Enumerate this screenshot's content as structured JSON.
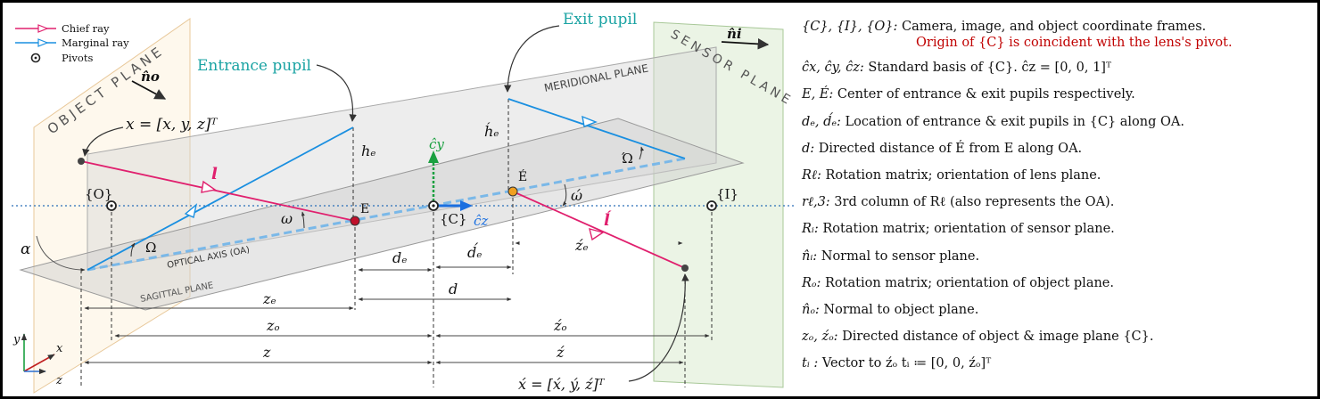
{
  "legend": {
    "chief_ray": "Chief ray",
    "marginal_ray": "Marginal ray",
    "pivots": "Pivots"
  },
  "planes": {
    "object_plane": "OBJECT PLANE",
    "sensor_plane": "SENSOR PLANE",
    "meridional_plane": "MERIDIONAL PLANE",
    "sagittal_plane": "SAGITTAL PLANE",
    "optical_axis": "OPTICAL AXIS (OA)"
  },
  "labels": {
    "entrance_pupil": "Entrance pupil",
    "exit_pupil": "Exit pupil",
    "x_vec": "x = [x, y, z]ᵀ",
    "x_img_vec": "x́ = [x́, ý, ź]ᵀ",
    "frame_O": "{O}",
    "frame_C": "{C}",
    "frame_I": "{I}",
    "E": "E",
    "E_exit": "É",
    "h_e": "hₑ",
    "h_e_exit": "h́ₑ",
    "c_y": "ĉy",
    "c_z": "ĉz",
    "n_o": "n̂o",
    "n_i": "n̂i",
    "l": "l",
    "l_exit": "ĺ",
    "omega": "ω",
    "omega_exit": "ώ",
    "Omega": "Ω",
    "Omega_exit": "Ώ",
    "alpha": "α",
    "d_e": "dₑ",
    "d_e_exit": "d́ₑ",
    "d": "d",
    "z_e": "zₑ",
    "z_e_exit": "źₑ",
    "z_o": "zₒ",
    "z_o_exit": "źₒ",
    "z": "z",
    "z_exit": "ź",
    "axis_y": "y",
    "axis_x": "x",
    "axis_z": "z"
  },
  "colors": {
    "chief": "#e0206e",
    "marginal": "#1a8fe0",
    "optical_axis": "#2a7fd0",
    "c_y": "#1aa040",
    "c_z": "#1a6fe0",
    "red_note": "#c00000",
    "teal_label": "#1aa3a3",
    "pupil_E": "#c0102a",
    "pupil_E_exit": "#f0a020"
  },
  "definitions": [
    {
      "term": "{C}, {I}, {O}:",
      "desc": " Camera, image, and object coordinate frames."
    },
    {
      "term": "",
      "desc": "Origin of {C} is coincident with the lens's pivot.",
      "note": true
    },
    {
      "term": "ĉx, ĉy, ĉz:",
      "desc": " Standard basis of {C}. ĉz = [0, 0, 1]ᵀ"
    },
    {
      "term": "E, É:",
      "desc": " Center of entrance & exit pupils respectively."
    },
    {
      "term": "dₑ, d́ₑ:",
      "desc": " Location of entrance & exit pupils in {C} along OA."
    },
    {
      "term": "d:",
      "desc": " Directed distance of É from E along OA."
    },
    {
      "term": "Rℓ:",
      "desc": " Rotation matrix; orientation of lens plane."
    },
    {
      "term": "rℓ,3:",
      "desc": " 3rd column of Rℓ (also represents the OA)."
    },
    {
      "term": "Rᵢ:",
      "desc": " Rotation matrix; orientation of sensor plane."
    },
    {
      "term": "n̂ᵢ:",
      "desc": " Normal to sensor plane."
    },
    {
      "term": "Rₒ:",
      "desc": " Rotation matrix; orientation of object plane."
    },
    {
      "term": "n̂ₒ:",
      "desc": " Normal to object plane."
    },
    {
      "term": "zₒ, źₒ:",
      "desc": " Directed distance of object & image plane {C}."
    },
    {
      "term": "tᵢ :",
      "desc": " Vector to źₒ tᵢ ≔ [0, 0, źₒ]ᵀ"
    }
  ]
}
